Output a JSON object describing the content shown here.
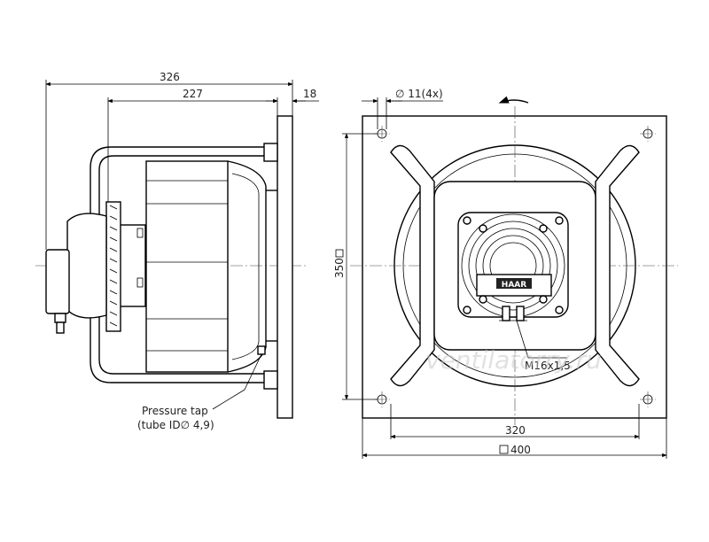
{
  "dimensions": {
    "overall_depth": "326",
    "fan_depth": "227",
    "plate_thickness": "18",
    "bolt_hole": "∅ 11(4x)",
    "plate_height": "350",
    "bolt_spacing": "320",
    "plate_width": "400",
    "thread": "M16x1,5"
  },
  "notes": {
    "pressure_tap_line1": "Pressure tap",
    "pressure_tap_line2": "(tube ID∅ 4,9)"
  },
  "motor_label": "HAAR",
  "watermark": "ventilatorry.ru"
}
